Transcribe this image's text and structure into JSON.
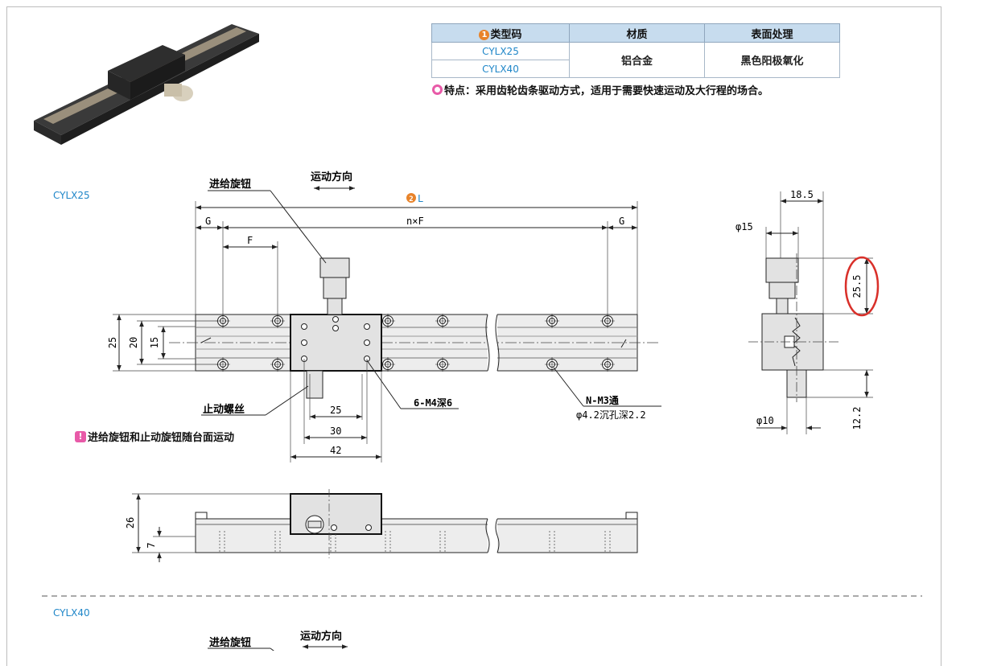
{
  "spec_table": {
    "headers": [
      "类型码",
      "材质",
      "表面处理"
    ],
    "header_badge": "1",
    "codes": [
      "CYLX25",
      "CYLX40"
    ],
    "material": "铝合金",
    "finish": "黑色阳极氧化"
  },
  "feature_note": "特点：采用齿轮齿条驱动方式，适用于需要快速运动及大行程的场合。",
  "sections": [
    "CYLX25",
    "CYLX40"
  ],
  "drawing": {
    "feed_knob_label": "进给旋钮",
    "motion_dir_label": "运动方向",
    "length_badge": "2",
    "length_label": "L",
    "g_label": "G",
    "nxf_label": "n×F",
    "f_label": "F",
    "dim_25": "25",
    "dim_20": "20",
    "dim_15": "15",
    "stop_screw_label": "止动螺丝",
    "warn_note": "进给旋钮和止动旋钮随台面运动",
    "tap_label": "6-M4深6",
    "hole_label_1": "N-M3通",
    "hole_label_2": "φ4.2沉孔深2.2",
    "bottom_25": "25",
    "bottom_30": "30",
    "bottom_42": "42",
    "side_18_5": "18.5",
    "side_phi15": "φ15",
    "side_25_5": "25.5",
    "side_phi10": "φ10",
    "side_12_2": "12.2",
    "front_26": "26",
    "front_7": "7"
  },
  "colors": {
    "table_header": "#c7dcee",
    "code_blue": "#1f86c8",
    "badge_orange": "#e8832a",
    "badge_pink": "#e85aa8",
    "highlight_red": "#d9302a"
  }
}
